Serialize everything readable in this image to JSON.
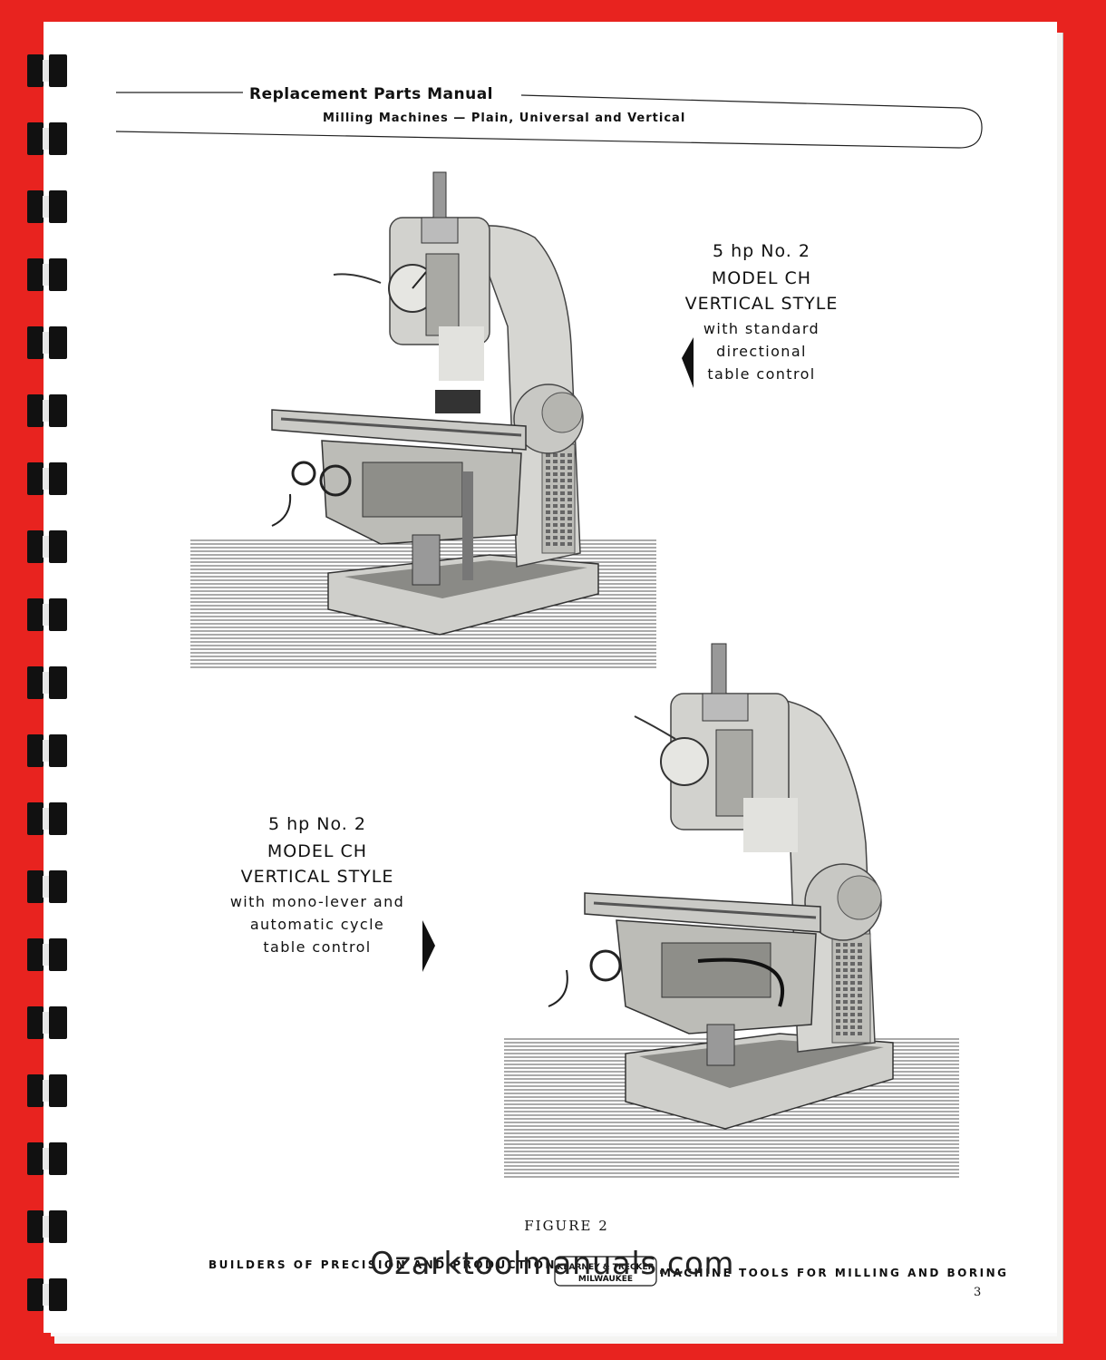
{
  "header": {
    "title": "Replacement Parts Manual",
    "subtitle": "Milling Machines — Plain, Universal and Vertical"
  },
  "figures": [
    {
      "line1": "5 hp No. 2",
      "line2": "MODEL CH",
      "line3": "VERTICAL STYLE",
      "desc": [
        "with standard",
        "directional",
        "table control"
      ],
      "arrow": "left-pointer-icon"
    },
    {
      "line1": "5 hp No. 2",
      "line2": "MODEL CH",
      "line3": "VERTICAL STYLE",
      "desc": [
        "with mono-lever and",
        "automatic cycle",
        "table control"
      ],
      "arrow": "right-pointer-icon"
    }
  ],
  "figure_label": "FIGURE 2",
  "footer": {
    "left": "BUILDERS OF PRECISION AND PRODUCTION",
    "right": "MACHINE TOOLS FOR MILLING AND BORING",
    "logo_line1": "KEARNEY & TRECKER",
    "logo_line2": "MILWAUKEE"
  },
  "watermark": "Ozarktoolmanuals.com",
  "page_number": "3",
  "colors": {
    "background": "#e8231f",
    "paper": "#ffffff",
    "ink": "#111111"
  }
}
